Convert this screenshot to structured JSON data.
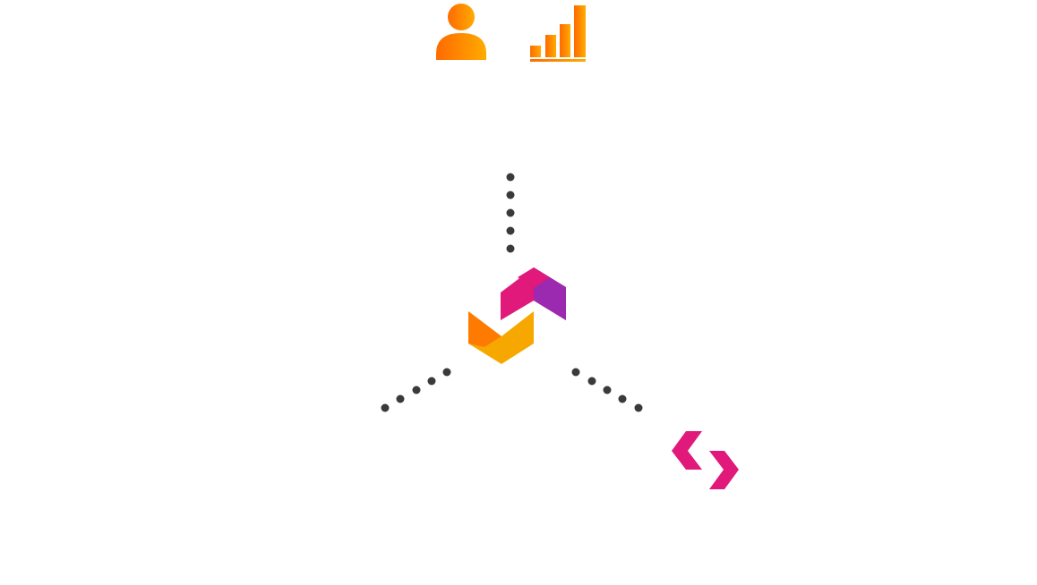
{
  "diagram": {
    "center_node": {
      "icon": "hub-logo-icon"
    },
    "top_node": {
      "icons": [
        "user-icon",
        "bar-chart-icon"
      ],
      "connector": "dotted-connector-top"
    },
    "left_connector": "dotted-connector-left",
    "right_connector": "dotted-connector-right",
    "right_node": {
      "icon": "code-chevrons-icon"
    }
  },
  "colors": {
    "orange_start": "#ff6a00",
    "orange_end": "#ffab00",
    "pink": "#e0197a",
    "purple": "#9b2ab0",
    "orange": "#ff7a00",
    "gold": "#f6a800",
    "dot": "#3a3a3a",
    "background": "#ffffff"
  }
}
